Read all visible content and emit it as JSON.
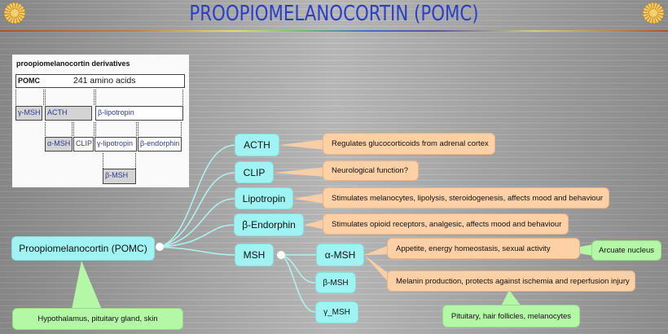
{
  "title": "PROOPIOMELANOCORTIN  (POMC)",
  "inset": {
    "heading": "proopiomelanocortin derivatives",
    "pomc_label": "POMC",
    "pomc_length": "241 amino acids",
    "row2": [
      "γ-MSH",
      "ACTH",
      "β-lipotropin"
    ],
    "row3": [
      "α-MSH",
      "CLIP",
      "γ-lipotropin",
      "β-endorphin"
    ],
    "row4": [
      "β-MSH"
    ]
  },
  "root": {
    "label": "Proopiomelanocortin (POMC)",
    "location": "Hypothalamus, pituitary gland, skin"
  },
  "branches": [
    {
      "label": "ACTH",
      "desc": "Regulates glucocorticoids from adrenal cortex"
    },
    {
      "label": "CLIP",
      "desc": "Neurological function?"
    },
    {
      "label": "Lipotropin",
      "desc": "Stimulates melanocytes, lipolysis, steroidogenesis, affects mood and behaviour"
    },
    {
      "label": "β-Endorphin",
      "desc": "Stimulates opioid receptors, analgesic, affects mood and behaviour"
    },
    {
      "label": "MSH"
    }
  ],
  "msh": {
    "children": [
      "α-MSH",
      "β-MSH",
      "γ_MSH"
    ],
    "alpha_descs": [
      "Appetite, energy homeostasis, sexual activity",
      "Melanin production, protects against ischemia and reperfusion injury"
    ],
    "notes": [
      "Arcuate nucleus",
      "Pituitary, hair follicles, melanocytes"
    ]
  }
}
